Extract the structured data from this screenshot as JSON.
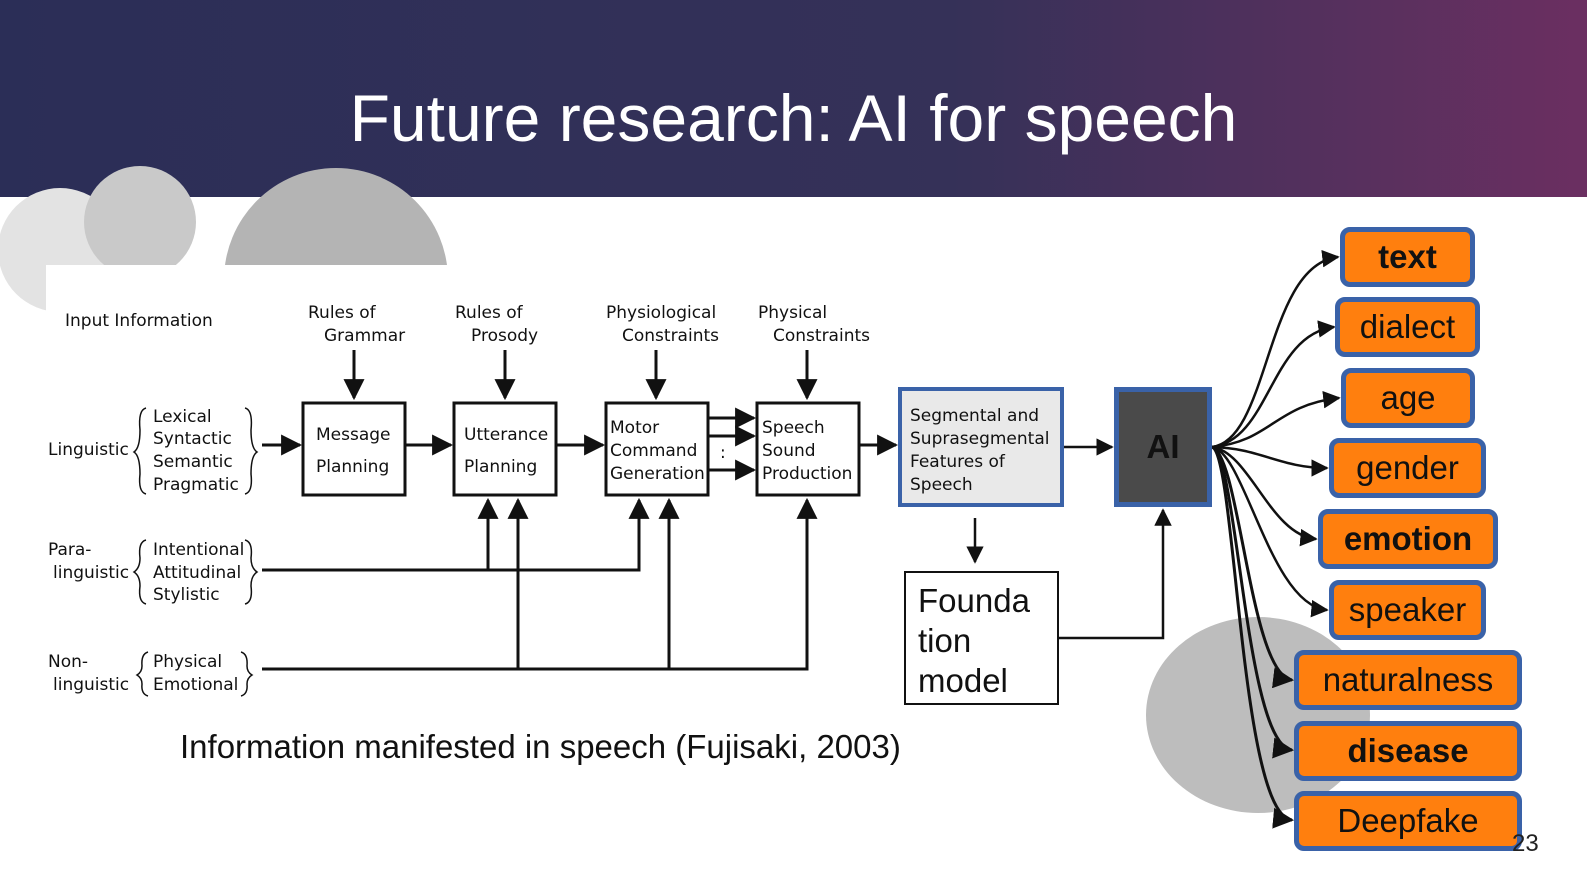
{
  "slide": {
    "title": "Future research: AI for speech",
    "caption": "Information manifested in speech (Fujisaki, 2003)",
    "page_number": "23"
  },
  "diagram": {
    "input_information": "Input Information",
    "rules_grammar": [
      "Rules of",
      "Grammar"
    ],
    "rules_prosody": [
      "Rules of",
      "Prosody"
    ],
    "physiological": [
      "Physiological",
      "Constraints"
    ],
    "physical": [
      "Physical",
      "Constraints"
    ],
    "linguistic_label": "Linguistic",
    "linguistic_items": [
      "Lexical",
      "Syntactic",
      "Semantic",
      "Pragmatic"
    ],
    "para_label": [
      "Para-",
      "linguistic"
    ],
    "para_items": [
      "Intentional",
      "Attitudinal",
      "Stylistic"
    ],
    "non_label": [
      "Non-",
      "linguistic"
    ],
    "non_items": [
      "Physical",
      "Emotional"
    ],
    "message_planning": [
      "Message",
      "Planning"
    ],
    "utterance_planning": [
      "Utterance",
      "Planning"
    ],
    "motor_command": [
      "Motor",
      "Command",
      "Generation"
    ],
    "speech_sound": [
      "Speech",
      "Sound",
      "Production"
    ],
    "segmental": "Segmental and Suprasegmental Features of Speech",
    "ai_label": "AI",
    "foundation_model": "Founda\ntion\nmodel"
  },
  "outputs": [
    {
      "label": "text",
      "bold": true
    },
    {
      "label": "dialect",
      "bold": false
    },
    {
      "label": "age",
      "bold": false
    },
    {
      "label": "gender",
      "bold": false
    },
    {
      "label": "emotion",
      "bold": true
    },
    {
      "label": "speaker",
      "bold": false
    },
    {
      "label": "naturalness",
      "bold": false
    },
    {
      "label": "disease",
      "bold": true
    },
    {
      "label": "Deepfake",
      "bold": false
    }
  ],
  "colors": {
    "header_start": "#2b2e57",
    "header_end": "#6b2f61",
    "output_fill": "#ff7f0e",
    "output_border": "#3a62a8",
    "ai_fill": "#4a4a4a",
    "segmental_fill": "#e9e9e9"
  }
}
